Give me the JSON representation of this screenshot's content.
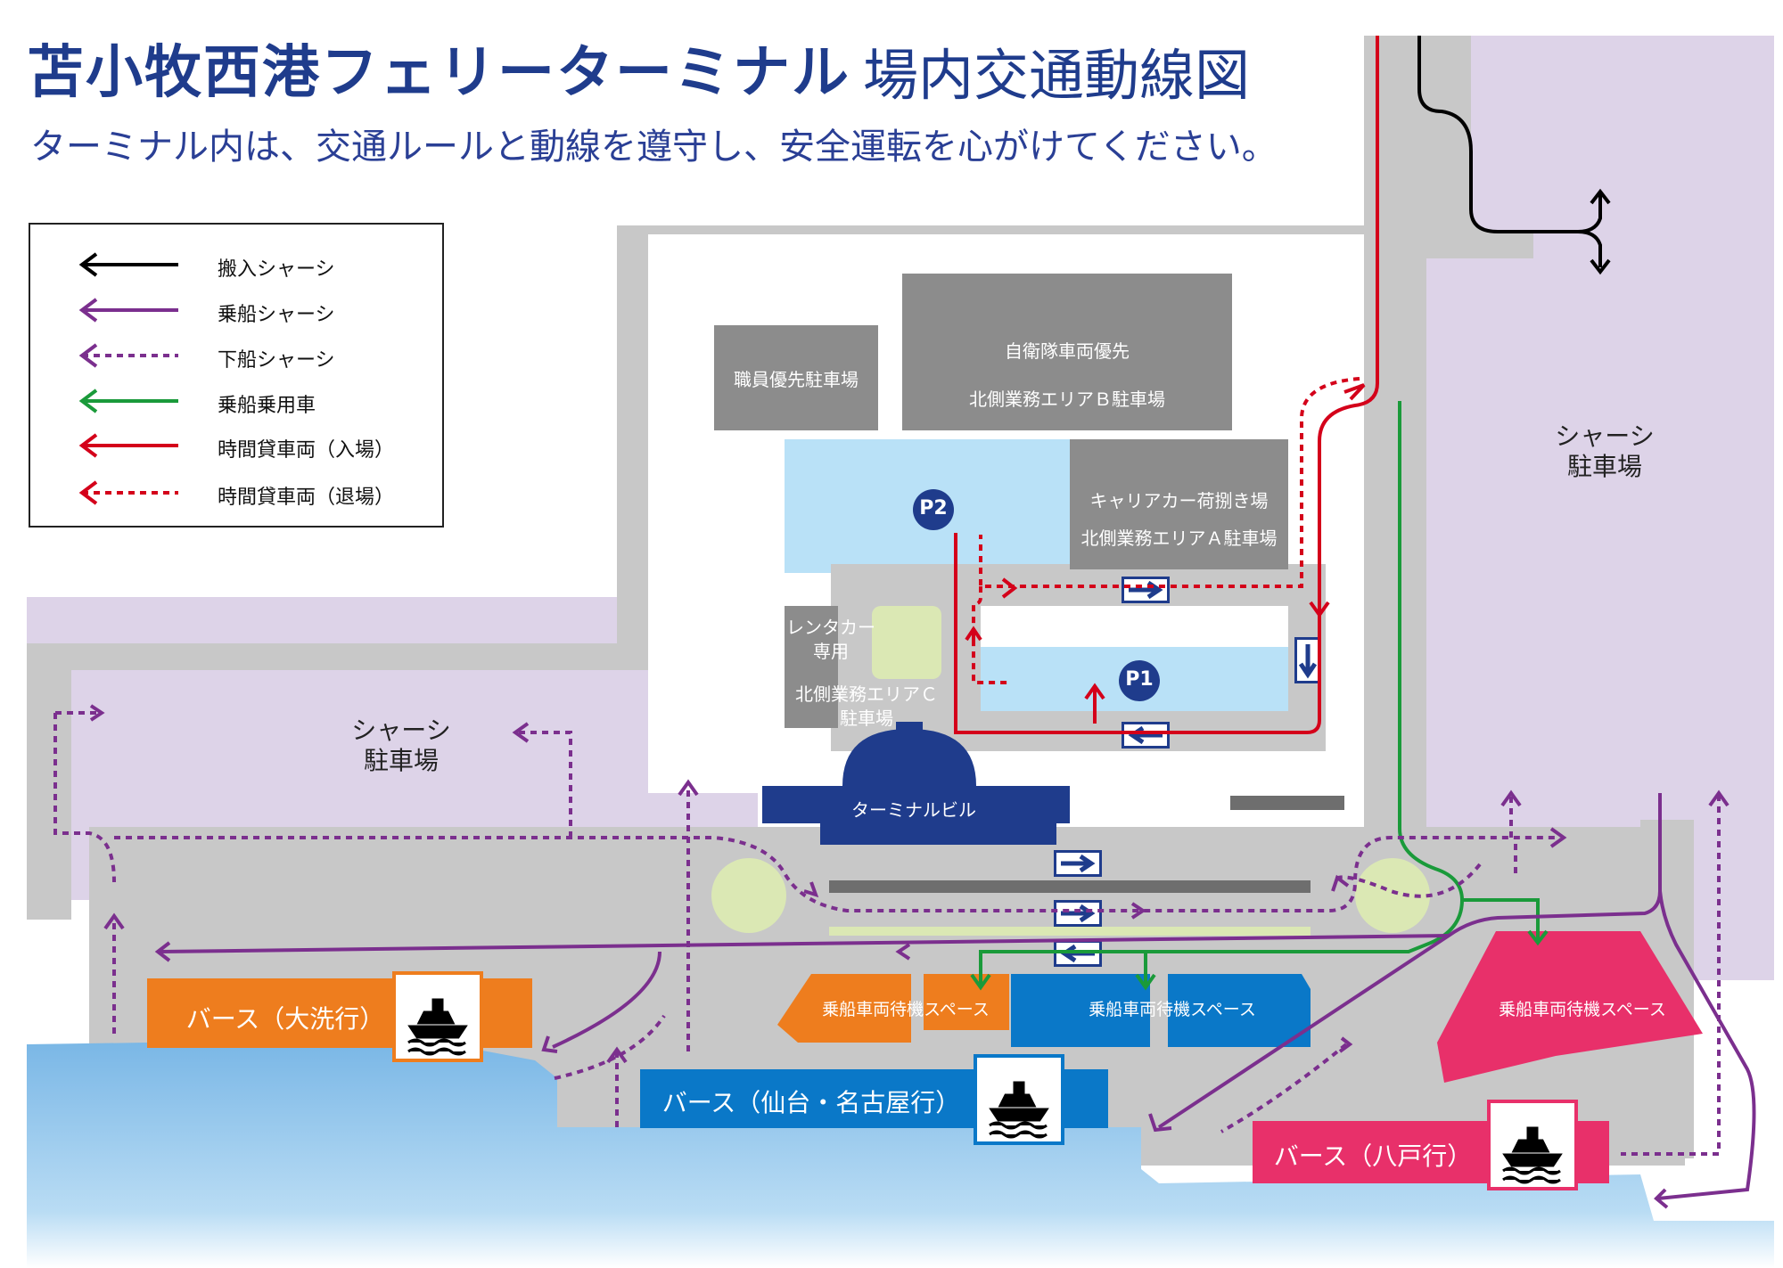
{
  "title": "苫小牧西港フェリーターミナル",
  "title_sub": "場内交通動線図",
  "subtitle": "ターミナル内は、交通ルールと動線を遵守し、安全運転を心がけてください。",
  "legend": [
    {
      "label": "搬入シャーシ",
      "color": "#000000",
      "style": "solid"
    },
    {
      "label": "乗船シャーシ",
      "color": "#7b2f8e",
      "style": "solid"
    },
    {
      "label": "下船シャーシ",
      "color": "#7b2f8e",
      "style": "dotted"
    },
    {
      "label": "乗船乗用車",
      "color": "#1a9a3a",
      "style": "solid"
    },
    {
      "label": "時間貸車両（入場）",
      "color": "#d4001a",
      "style": "solid"
    },
    {
      "label": "時間貸車両（退場）",
      "color": "#d4001a",
      "style": "dotted"
    }
  ],
  "areas": {
    "staff_parking": "職員優先駐車場",
    "sdf_line1": "自衛隊車両優先",
    "sdf_line2": "北側業務エリアＢ駐車場",
    "carrier_line1": "キャリアカー荷捌き場",
    "carrier_line2": "北側業務エリアＡ駐車場",
    "rental_line1": "レンタカー",
    "rental_line2": "専用",
    "area_c_line1": "北側業務エリアＣ",
    "area_c_line2": "駐車場",
    "chassis_left_line1": "シャーシ",
    "chassis_left_line2": "駐車場",
    "chassis_right_line1": "シャーシ",
    "chassis_right_line2": "駐車場",
    "terminal": "ターミナルビル",
    "p1": "P1",
    "p2": "P2",
    "waiting_orange": "乗船車両待機スペース",
    "waiting_blue": "乗船車両待機スペース",
    "waiting_pink": "乗船車両待機スペース",
    "bus_oarai": "バース（大洗行）",
    "bus_sendai": "バース（仙台・名古屋行）",
    "bus_hachinohe": "バース（八戸行）"
  },
  "colors": {
    "road": "#c8c8c8",
    "chassis": "#ddd3e8",
    "parking_blue": "#b9e1f7",
    "building": "#8c8c8c",
    "terminal": "#1f3c8c",
    "orange": "#ee7d1e",
    "blue": "#0a78c8",
    "pink": "#e8306a",
    "sea": "#7ab7e6",
    "green_circle": "#dbe8b4"
  },
  "icons": [
    "ship-icon",
    "arrow-right-icon",
    "arrow-left-icon",
    "arrow-down-icon"
  ]
}
